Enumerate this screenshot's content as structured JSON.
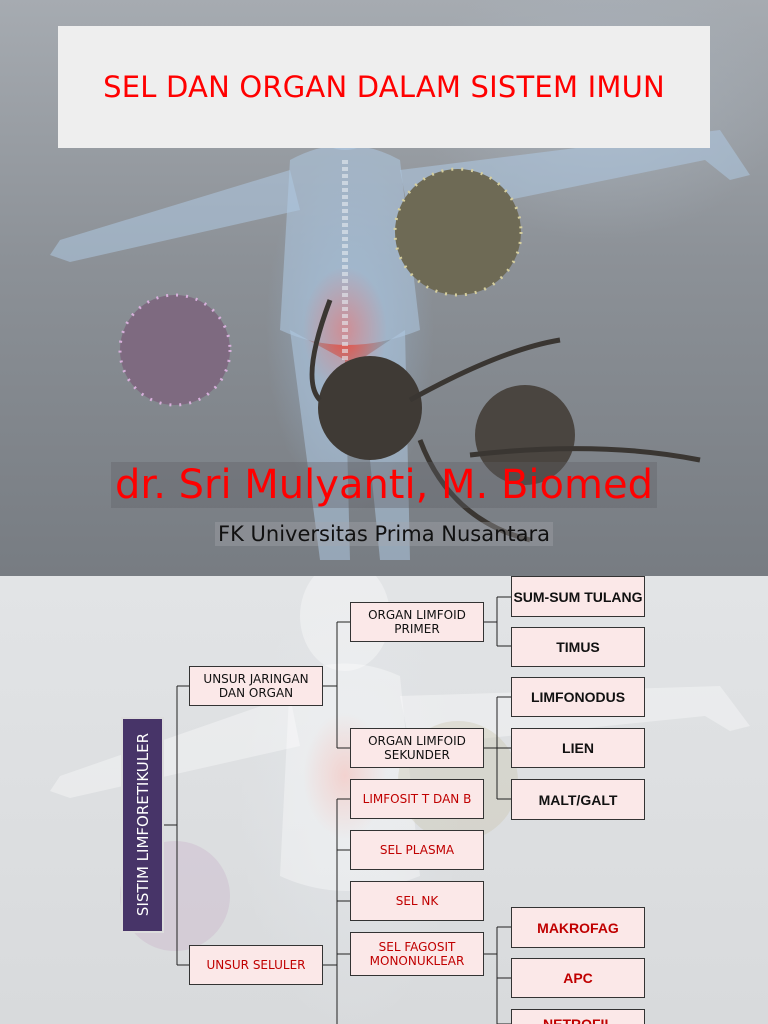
{
  "slide1": {
    "title": "SEL DAN ORGAN DALAM SISTEM IMUN",
    "author": "dr. Sri Mulyanti, M. Biomed",
    "institution": "FK Universitas Prima Nusantara"
  },
  "diagram": {
    "root": "SISTIM LIMFORETIKULER",
    "jaringan": "UNSUR JARINGAN DAN ORGAN",
    "primer": "ORGAN LIMFOID PRIMER",
    "sumsum": "SUM-SUM TULANG",
    "timus": "TIMUS",
    "sekunder": "ORGAN LIMFOID SEKUNDER",
    "limfonodus": "LIMFONODUS",
    "lien": "LIEN",
    "malt": "MALT/GALT",
    "seluler": "UNSUR SELULER",
    "limfosit": "LIMFOSIT  T DAN B",
    "plasma": "SEL PLASMA",
    "nk": "SEL NK",
    "fagosit": "SEL FAGOSIT MONONUKLEAR",
    "makrofag": "MAKROFAG",
    "apc": "APC",
    "netrofil": "NETROFIL"
  },
  "colors": {
    "title_red": "#ff0000",
    "box_fill": "#fbe8e8",
    "root_purple": "#473468",
    "label_red": "#c00000"
  }
}
